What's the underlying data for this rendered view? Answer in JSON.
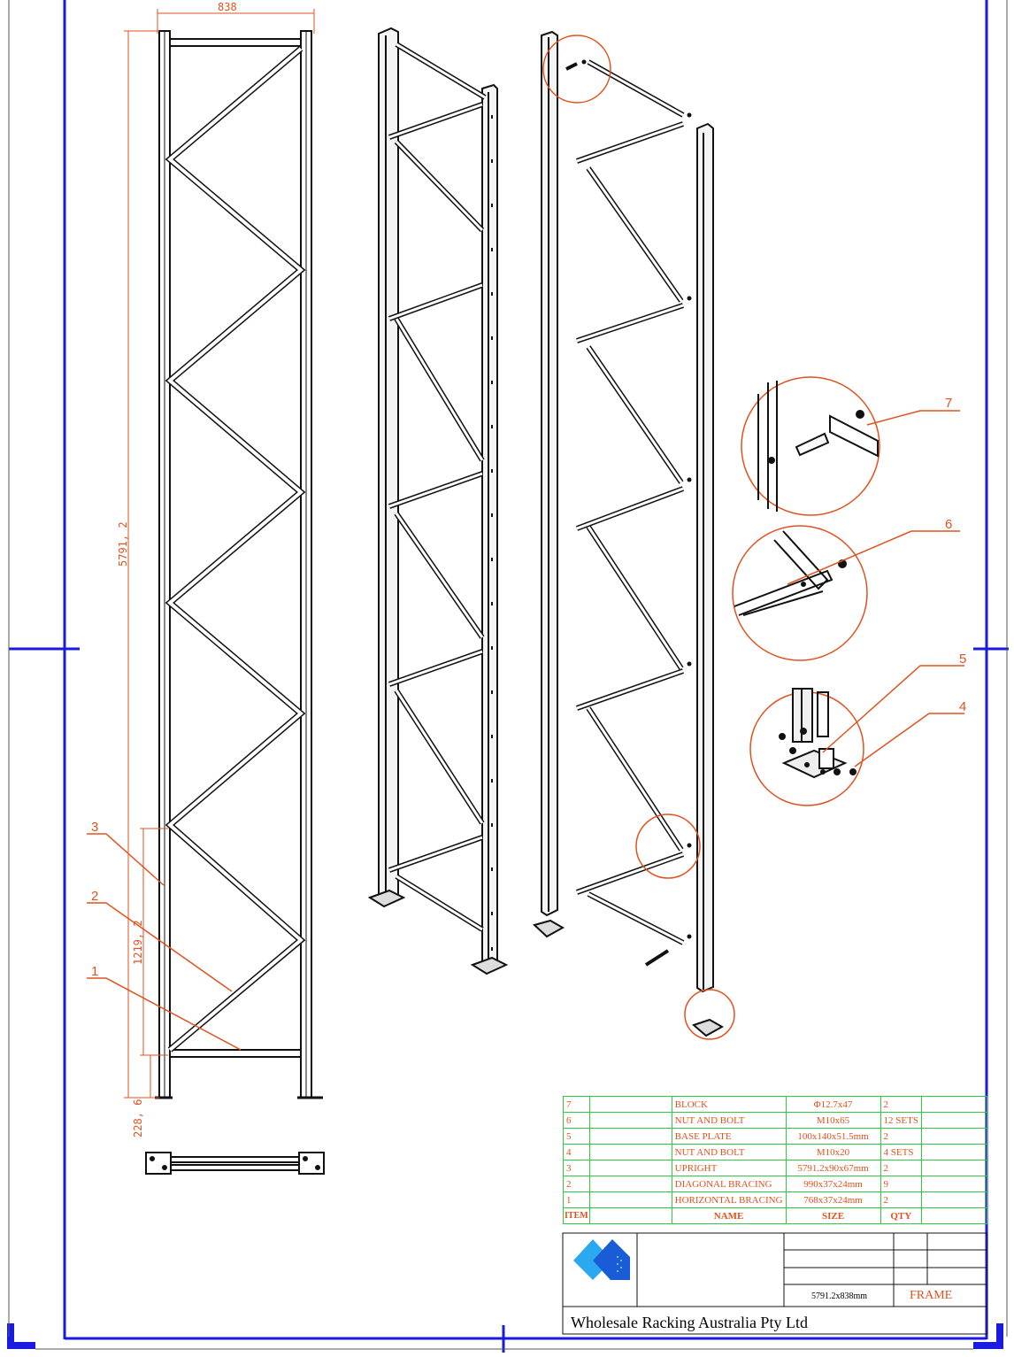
{
  "dimensions": {
    "frame_width": "838",
    "frame_height": "5791, 2",
    "bottom_bay": "1219, 2",
    "base_offset": "228, 6"
  },
  "callouts": {
    "left": [
      "3",
      "2",
      "1"
    ],
    "details": [
      "7",
      "6",
      "5",
      "4"
    ]
  },
  "bom": {
    "rows": [
      {
        "item": "7",
        "name": "BLOCK",
        "size": "Φ12.7x47",
        "qty": "2"
      },
      {
        "item": "6",
        "name": "NUT AND BOLT",
        "size": "M10x65",
        "qty": "12 SETS"
      },
      {
        "item": "5",
        "name": "BASE PLATE",
        "size": "100x140x51.5mm",
        "qty": "2"
      },
      {
        "item": "4",
        "name": "NUT AND BOLT",
        "size": "M10x20",
        "qty": "4 SETS"
      },
      {
        "item": "3",
        "name": "UPRIGHT",
        "size": "5791.2x90x67mm",
        "qty": "2"
      },
      {
        "item": "2",
        "name": "DIAGONAL BRACING",
        "size": "990x37x24mm",
        "qty": "9"
      },
      {
        "item": "1",
        "name": "HORIZONTAL BRACING",
        "size": "768x37x24mm",
        "qty": "2"
      }
    ],
    "header": {
      "item": "ITEM",
      "name": "NAME",
      "size": "SIZE",
      "qty": "QTY"
    }
  },
  "title_block": {
    "size": "5791.2x838mm",
    "type": "FRAME",
    "company": "Wholesale Racking Australia Pty Ltd"
  },
  "colors": {
    "border": "#1a1ae0",
    "dimension": "#e0521f",
    "table": "#2ecc40",
    "logo_dark": "#1a5bd6",
    "logo_light": "#2aa9f0"
  }
}
